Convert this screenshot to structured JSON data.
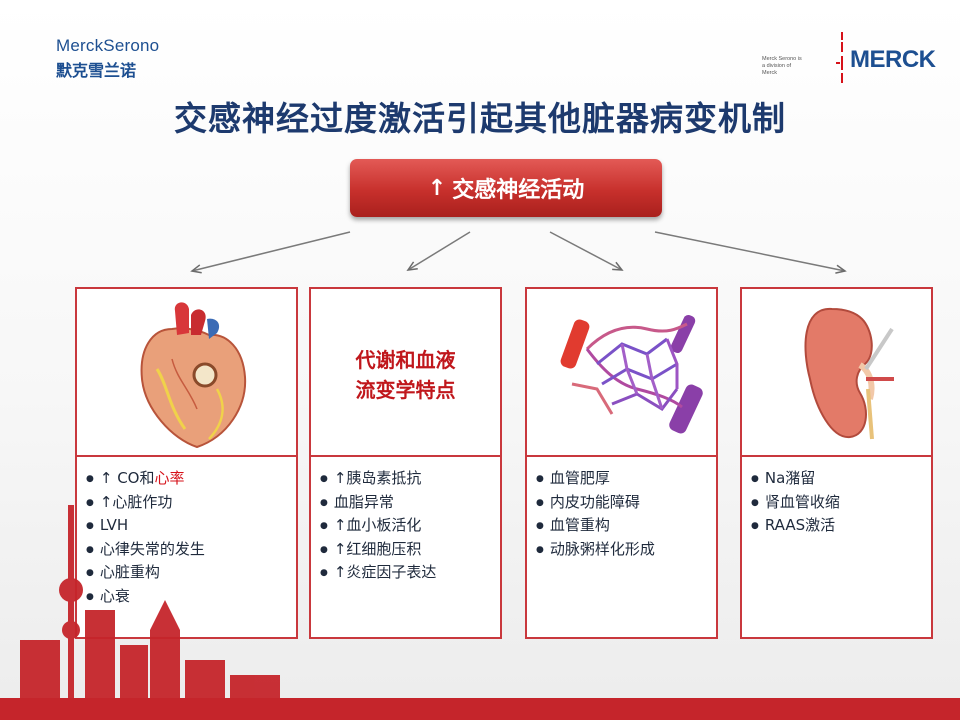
{
  "header": {
    "logo_left_en": "MerckSerono",
    "logo_left_cn": "默克雪兰诺",
    "logo_right_small": "Merck Serono is a division of Merck",
    "logo_right_word": "MERCK"
  },
  "title": "交感神经过度激活引起其他脏器病变机制",
  "top_box": {
    "arrow": "↑",
    "label": "交感神经活动"
  },
  "cards": [
    {
      "items": [
        {
          "prefix": "↑  CO和",
          "highlight": "心率"
        },
        {
          "text": "↑心脏作功"
        },
        {
          "text": "LVH"
        },
        {
          "text": "心律失常的发生"
        },
        {
          "text": "心脏重构"
        },
        {
          "text": "心衰"
        }
      ]
    },
    {
      "caption_line1": "代谢和血液",
      "caption_line2": "流变学特点",
      "items": [
        {
          "text": "↑胰岛素抵抗"
        },
        {
          "text": "血脂异常"
        },
        {
          "text": "↑血小板活化"
        },
        {
          "text": "↑红细胞压积"
        },
        {
          "text": "↑炎症因子表达"
        }
      ]
    },
    {
      "items": [
        {
          "text": "血管肥厚"
        },
        {
          "text": "内皮功能障碍"
        },
        {
          "text": "血管重构"
        },
        {
          "text": "动脉粥样化形成"
        }
      ]
    },
    {
      "items": [
        {
          "text": "Na潴留"
        },
        {
          "text": "肾血管收缩"
        },
        {
          "text": "RAAS激活"
        }
      ]
    }
  ],
  "colors": {
    "title": "#1d3a6e",
    "accent_red": "#c9383d",
    "box_red": "#c7302c"
  }
}
